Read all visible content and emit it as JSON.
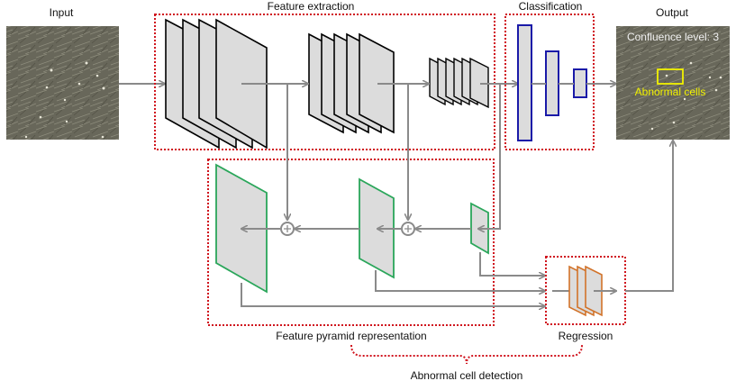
{
  "labels": {
    "input": "Input",
    "feature_extraction": "Feature extraction",
    "classification": "Classification",
    "output": "Output",
    "feature_pyramid": "Feature pyramid representation",
    "regression": "Regression",
    "abnormal_cell_detection": "Abnormal cell detection"
  },
  "output_image": {
    "confluence_text": "Confluence level: 3",
    "abnormal_text": "Abnormal cells"
  },
  "colors": {
    "arrow": "#8a8a8a",
    "group_border": "#d0141e",
    "backbone_stroke": "#000000",
    "layer_fill": "#dcdcdc",
    "classifier_stroke": "#1a1aa8",
    "pyramid_stroke": "#2aa65a",
    "regression_stroke": "#d2732a",
    "highlight": "#f2f200",
    "cell_bg": "#6b6a5c"
  }
}
